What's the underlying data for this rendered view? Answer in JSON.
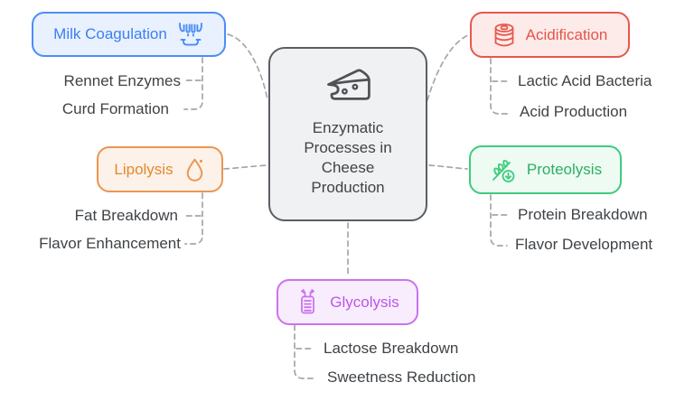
{
  "diagram": {
    "type": "mindmap",
    "center": {
      "icon": "cheese-icon",
      "lines": [
        "Enzymatic",
        "Processes in",
        "Cheese",
        "Production"
      ],
      "title": "Enzymatic Processes in Cheese Production",
      "bg_color": "#F0F1F2",
      "border_color": "#5A5E63",
      "text_color": "#3F4347"
    },
    "branches": [
      {
        "label": "Milk Coagulation",
        "icon": "milking-machine-icon",
        "side": "left",
        "color": "#3D7EF3",
        "border_color": "#4C8DF6",
        "bg_color": "#E8F1FD",
        "children": [
          "Rennet Enzymes",
          "Curd Formation"
        ]
      },
      {
        "label": "Acidification",
        "icon": "barrel-icon",
        "side": "right",
        "color": "#E4544A",
        "border_color": "#E7584D",
        "bg_color": "#FCEBE9",
        "children": [
          "Lactic Acid Bacteria",
          "Acid Production"
        ]
      },
      {
        "label": "Lipolysis",
        "icon": "droplet-icon",
        "side": "left",
        "color": "#E4882F",
        "border_color": "#EC9551",
        "bg_color": "#FCF2E9",
        "children": [
          "Fat Breakdown",
          "Flavor Enhancement"
        ]
      },
      {
        "label": "Proteolysis",
        "icon": "wheat-arrow-down-icon",
        "side": "right",
        "color": "#2FAE62",
        "border_color": "#3FCB7E",
        "bg_color": "#EDFBF3",
        "children": [
          "Protein Breakdown",
          "Flavor Development"
        ]
      },
      {
        "label": "Glycolysis",
        "icon": "fermentation-tank-icon",
        "side": "bottom",
        "color": "#BD55E9",
        "border_color": "#CB72EF",
        "bg_color": "#F8EDFD",
        "children": [
          "Lactose Breakdown",
          "Sweetness Reduction"
        ]
      }
    ],
    "connector_color": "#A6A6A6",
    "sublabel_color": "#3F4347"
  }
}
